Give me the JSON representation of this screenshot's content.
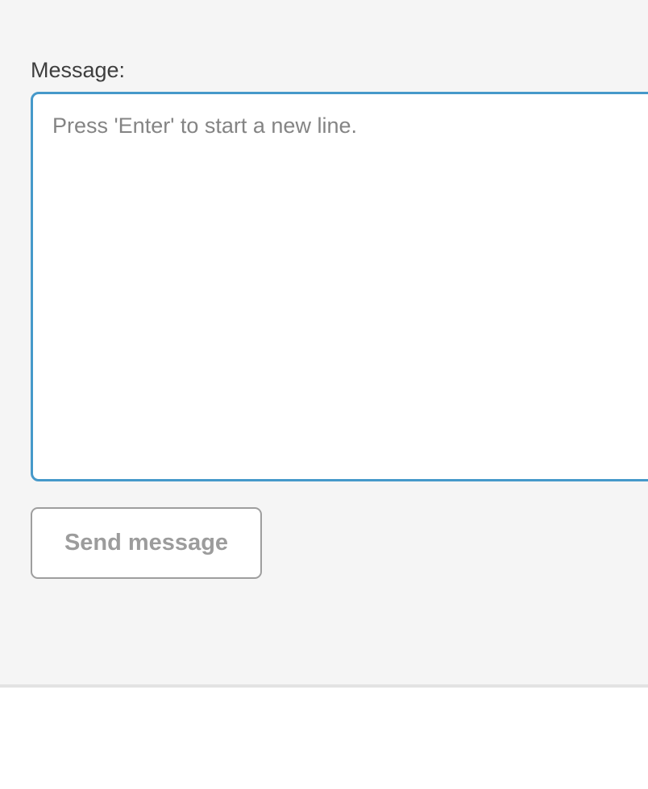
{
  "form": {
    "message_label": "Message:",
    "message_placeholder": "Press 'Enter' to start a new line.",
    "message_value": "",
    "send_button_label": "Send message"
  },
  "colors": {
    "page_background": "#f5f5f5",
    "lower_background": "#ffffff",
    "textarea_focus_border": "#4699ca",
    "label_text": "#3e3e3e",
    "placeholder_text": "#848484",
    "button_text": "#9c9c9c",
    "button_border": "#9e9e9e",
    "divider": "#e3e3e3"
  }
}
